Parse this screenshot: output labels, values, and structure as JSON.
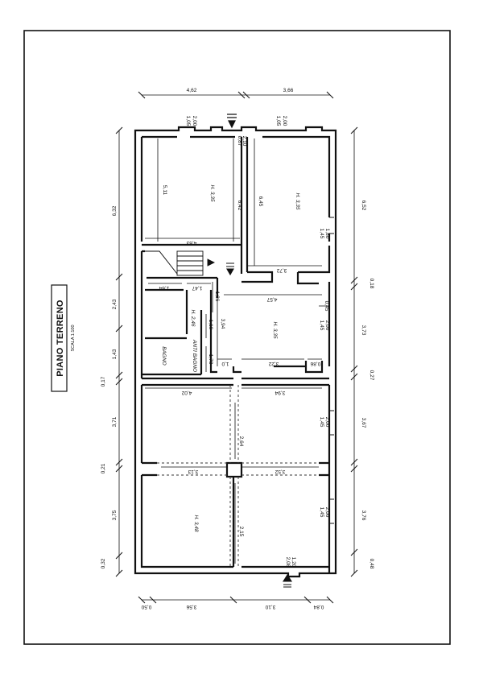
{
  "plan": {
    "title": "PIANO TERRENO",
    "scale": "SCALA 1:100"
  },
  "dims_top": [
    "4,62",
    "3,66"
  ],
  "dims_bottom": [
    "0,50",
    "3,56",
    "3,10",
    "0,84"
  ],
  "dims_left": [
    "6,32",
    "2,43",
    "1,43",
    "0,17",
    "3,71",
    "0,21",
    "3,75",
    "0,32"
  ],
  "dims_right": [
    "6,52",
    "0,18",
    "3,73",
    "0,27",
    "3,67",
    "3,76",
    "0,48"
  ],
  "rooms": [
    {
      "label": "H. 3,35"
    },
    {
      "label": "H. 3,35"
    },
    {
      "label": "H. 3,35"
    },
    {
      "label": "H. 2,46"
    },
    {
      "label": "BAGNO"
    },
    {
      "label": "ANTI BAGNO"
    },
    {
      "label": "H. 3,48"
    }
  ],
  "inner_dims": [
    "5,11",
    "6,42",
    "6,45",
    "4,63",
    "3,72",
    "1,64",
    "1,47",
    "1,06",
    "4,57",
    "1,19",
    "3,94",
    "1,78",
    "1,0",
    "3,22",
    "0,86",
    "4,02",
    "3,94",
    "2,64",
    "3,13",
    "3,52",
    "2,15",
    "0,87",
    "0,45"
  ],
  "openings": [
    "1,05",
    "2,00",
    "1,05",
    "2,00",
    "2,10",
    "1,45",
    "1,80",
    "1,45",
    "2,00",
    "1,45",
    "2,00",
    "1,45",
    "2,00",
    "2,08",
    "1,20"
  ],
  "colors": {
    "line": "#111111",
    "paper": "#ffffff"
  },
  "icons": [
    "north-entrance-arrow-icon",
    "south-entrance-arrow-icon",
    "stair-symbol"
  ]
}
